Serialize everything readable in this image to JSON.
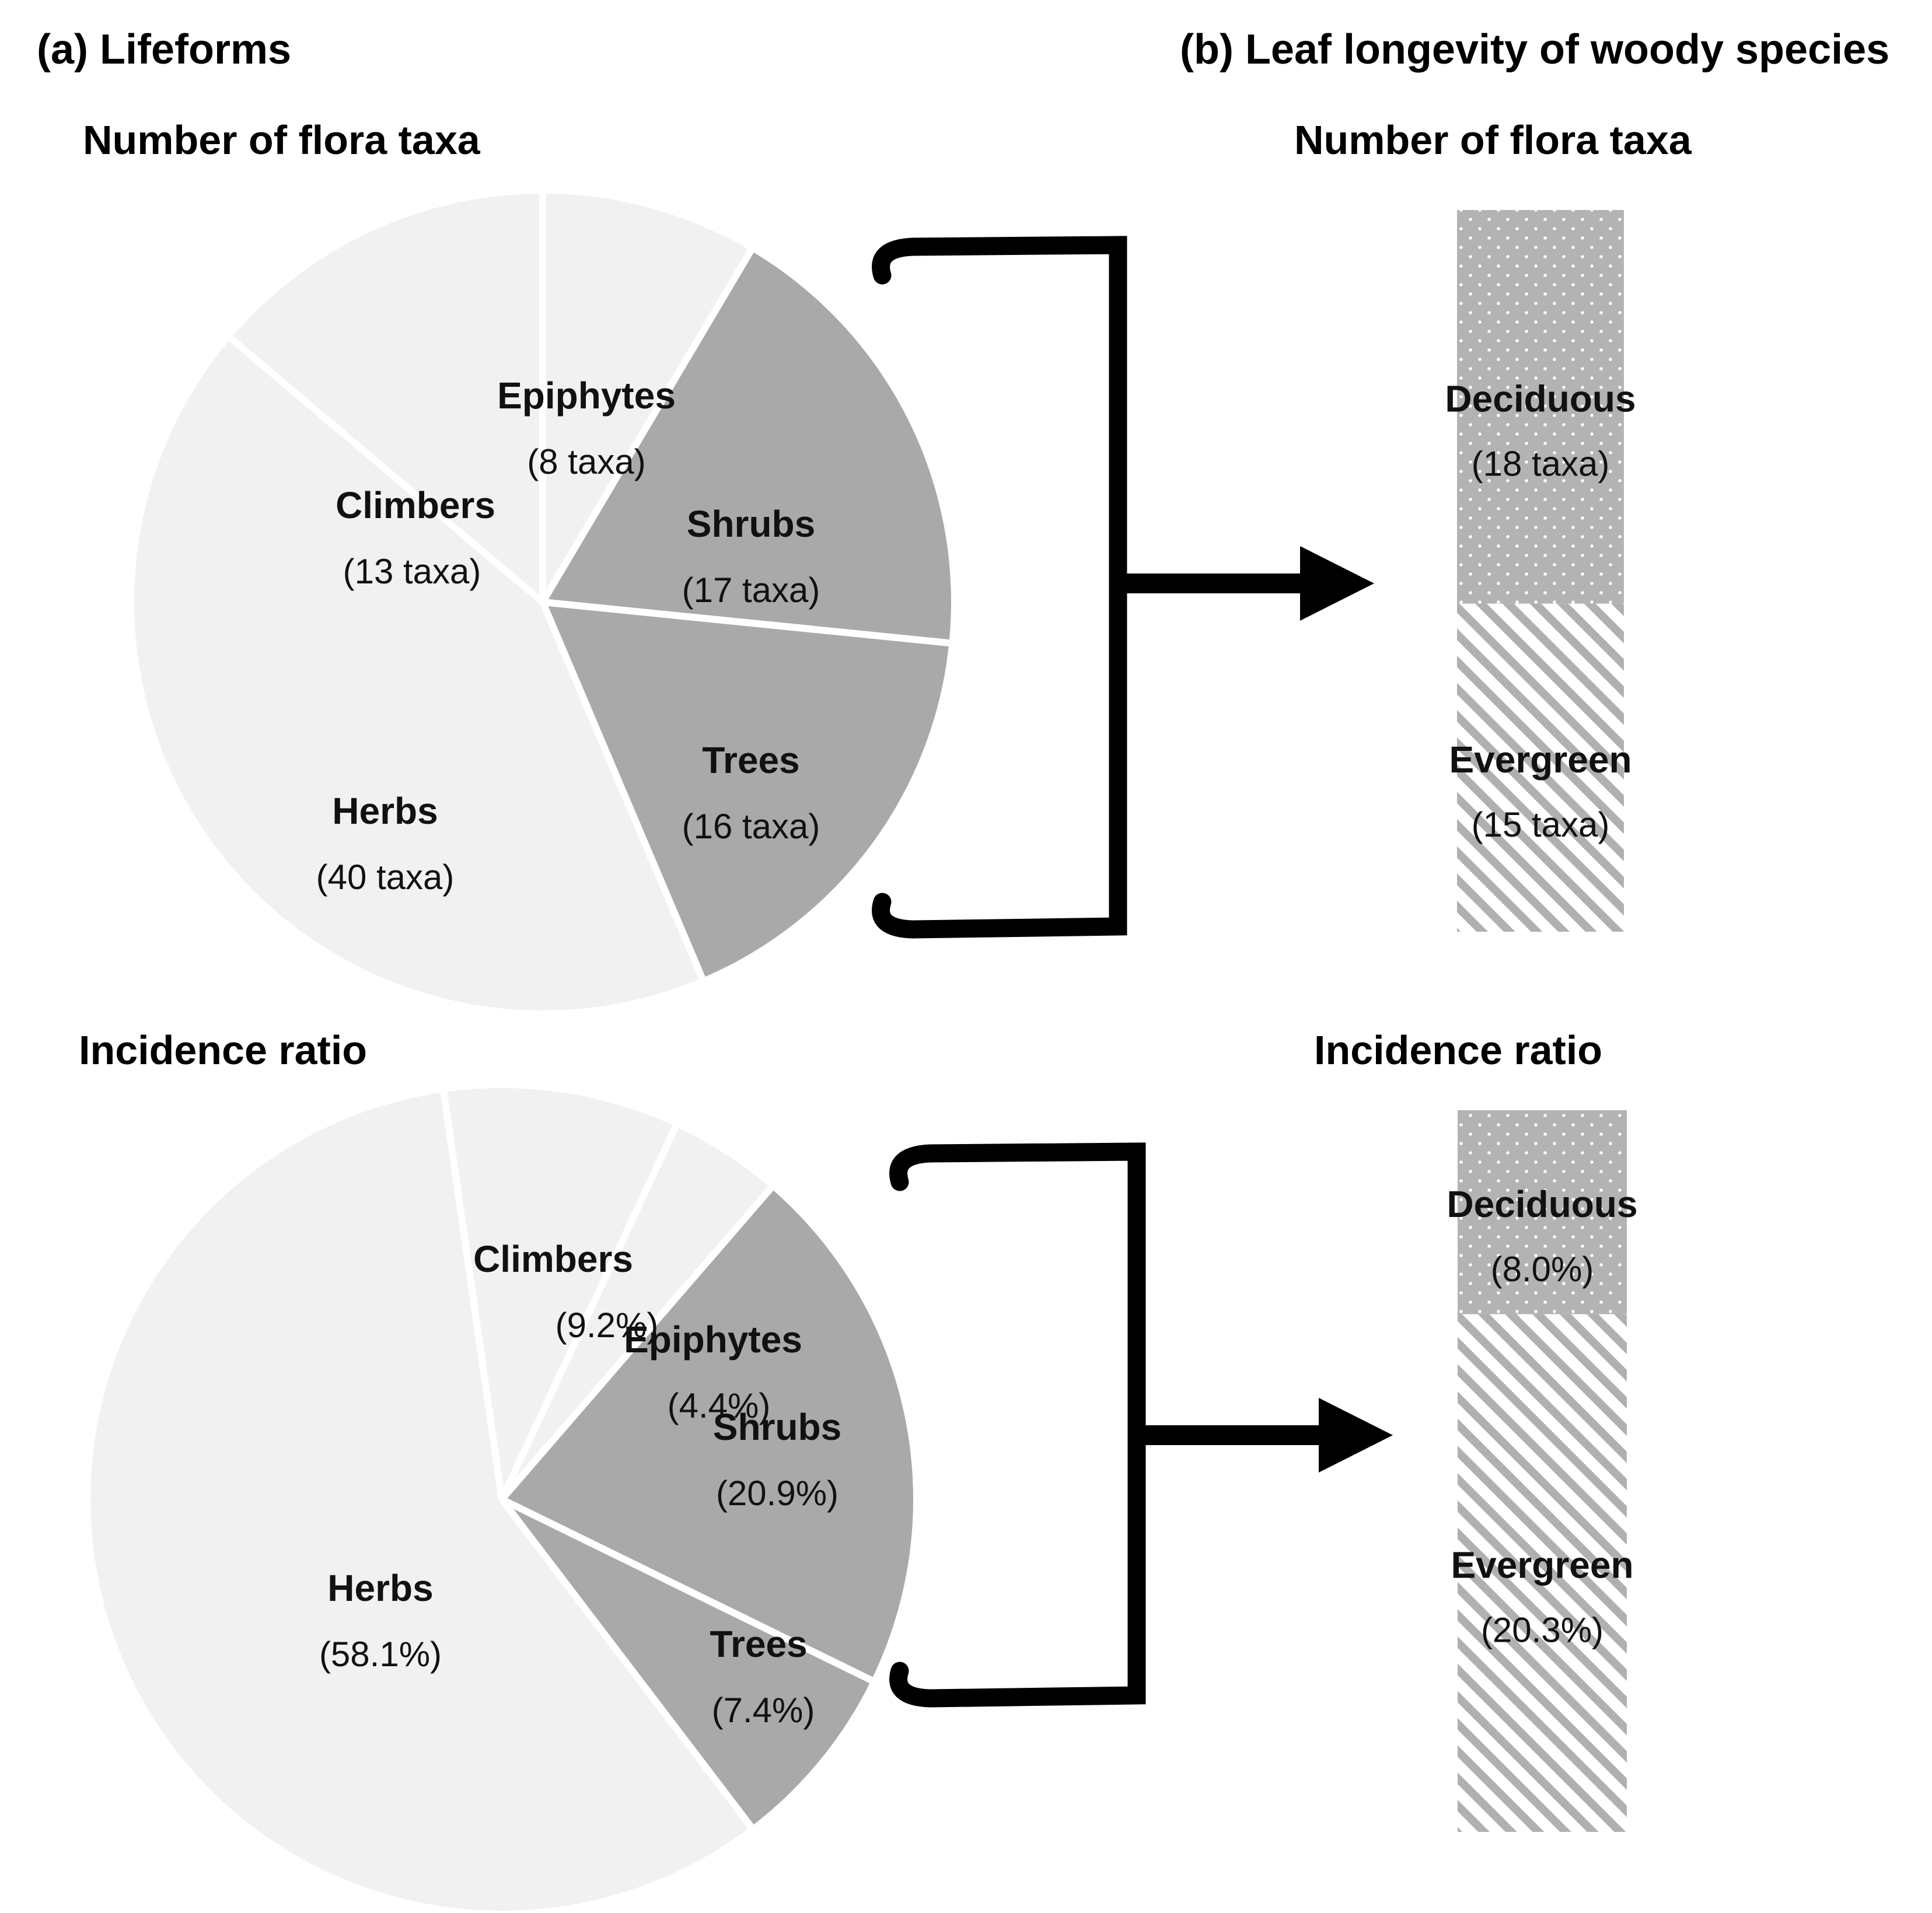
{
  "panels": {
    "a": {
      "heading": "(a) Lifeforms"
    },
    "b": {
      "heading": "(b) Leaf longevity of woody species"
    }
  },
  "colors": {
    "slice_light": "#f1f1f1",
    "slice_dark": "#a9a9a9",
    "bar_dot_gray": "#b3b3b3",
    "bar_stripe_gray": "#b0b0b0",
    "separator_white": "#ffffff",
    "text": "#111111",
    "arrow_black": "#000000"
  },
  "chart_data": [
    {
      "id": "lifeforms-taxa-pie",
      "type": "pie",
      "panel": "a",
      "title": "Number of flora taxa",
      "unit": "taxa",
      "start_angle_deg": 0,
      "legend_position": "labels-inside",
      "slices": [
        {
          "name": "Epiphytes",
          "value": 8,
          "label": "(8 taxa)",
          "shade": "light"
        },
        {
          "name": "Shrubs",
          "value": 17,
          "label": "(17 taxa)",
          "shade": "dark"
        },
        {
          "name": "Trees",
          "value": 16,
          "label": "(16 taxa)",
          "shade": "dark"
        },
        {
          "name": "Herbs",
          "value": 40,
          "label": "(40 taxa)",
          "shade": "light"
        },
        {
          "name": "Climbers",
          "value": 13,
          "label": "(13 taxa)",
          "shade": "light"
        }
      ]
    },
    {
      "id": "lifeforms-incidence-pie",
      "type": "pie",
      "panel": "a",
      "title": "Incidence ratio",
      "unit": "%",
      "start_angle_deg": 25,
      "legend_position": "labels-inside",
      "slices": [
        {
          "name": "Epiphytes",
          "value": 4.4,
          "label": "(4.4%)",
          "shade": "light"
        },
        {
          "name": "Shrubs",
          "value": 20.9,
          "label": "(20.9%)",
          "shade": "dark"
        },
        {
          "name": "Trees",
          "value": 7.4,
          "label": "(7.4%)",
          "shade": "dark"
        },
        {
          "name": "Herbs",
          "value": 58.1,
          "label": "(58.1%)",
          "shade": "light"
        },
        {
          "name": "Climbers",
          "value": 9.2,
          "label": "(9.2%)",
          "shade": "light"
        }
      ]
    },
    {
      "id": "leaf-longevity-taxa-bar",
      "type": "stacked-bar",
      "panel": "b",
      "title": "Number of flora taxa",
      "unit": "taxa",
      "segments": [
        {
          "name": "Deciduous",
          "value": 18,
          "label": "(18 taxa)",
          "pattern": "dots"
        },
        {
          "name": "Evergreen",
          "value": 15,
          "label": "(15 taxa)",
          "pattern": "stripes"
        }
      ]
    },
    {
      "id": "leaf-longevity-incidence-bar",
      "type": "stacked-bar",
      "panel": "b",
      "title": "Incidence ratio",
      "unit": "%",
      "segments": [
        {
          "name": "Deciduous",
          "value": 8.0,
          "label": "(8.0%)",
          "pattern": "dots"
        },
        {
          "name": "Evergreen",
          "value": 20.3,
          "label": "(20.3%)",
          "pattern": "stripes"
        }
      ]
    }
  ]
}
